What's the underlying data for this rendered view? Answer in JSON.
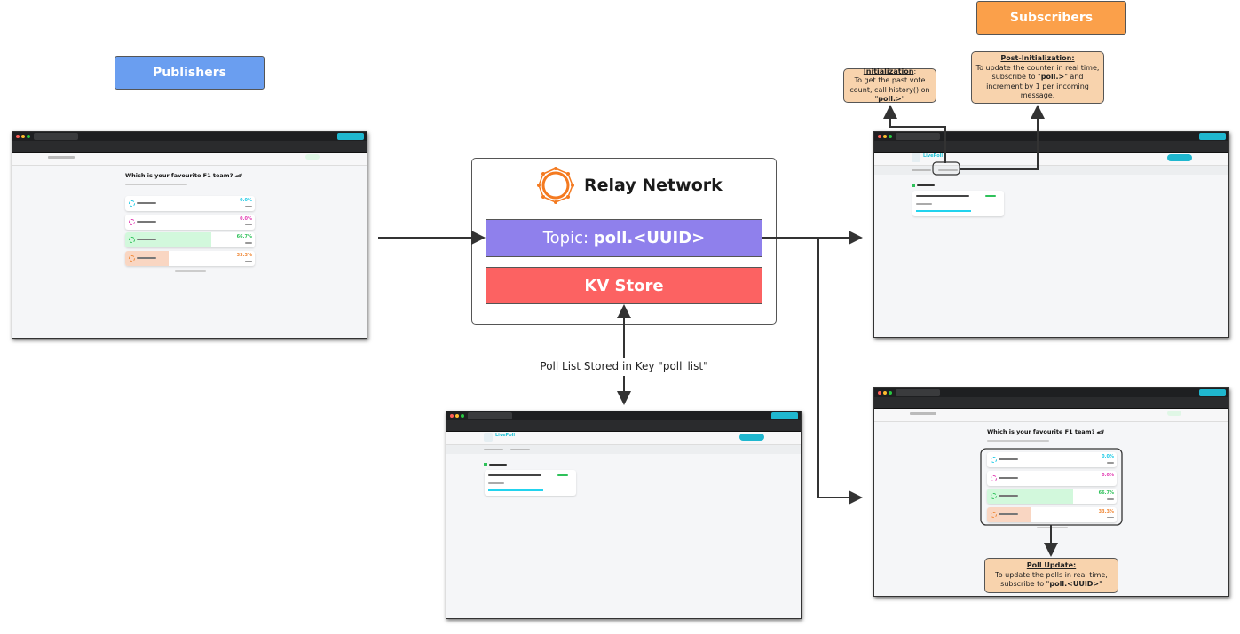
{
  "headers": {
    "publishers": "Publishers",
    "subscribers": "Subscribers"
  },
  "relay": {
    "title": "Relay Network",
    "topic_prefix": "Topic: ",
    "topic_name": "poll.<UUID>",
    "kv": "KV Store"
  },
  "kv_label": "Poll List Stored in Key \"poll_list\"",
  "notes": {
    "init": {
      "title": "Initialization",
      "text1": "To get the past vote count, call history() on \"",
      "bold": "poll.>",
      "text2": "\""
    },
    "post": {
      "title": "Post-Initialization:",
      "text1": "To update the counter in real time, subscribe to \"",
      "bold": "poll.>",
      "text2": "\" and increment by 1 per incoming message."
    },
    "update": {
      "title": "Poll Update:",
      "text1": "To update the polls in real time, subscribe to \"",
      "bold": "poll.<UUID>",
      "text2": "\""
    }
  },
  "poll": {
    "question": "Which is your favourite F1 team? 🏎",
    "options": [
      {
        "percent": "0.0%",
        "fill": 0,
        "color": "#22cbe6",
        "bg": "#e6f9fc"
      },
      {
        "percent": "0.0%",
        "fill": 0,
        "color": "#e33fb4",
        "bg": "#fbe3f3"
      },
      {
        "percent": "66.7%",
        "fill": 0.667,
        "color": "#2fc15a",
        "bg": "#d2f8dc"
      },
      {
        "percent": "33.3%",
        "fill": 0.333,
        "color": "#f08a3a",
        "bg": "#f9d6c2"
      }
    ]
  },
  "list": {
    "app": "LivePoll",
    "progress": 0.65
  },
  "colors": {
    "publishers": "#6a9ef0",
    "subscribers": "#fba04a",
    "topic": "#8f80ec",
    "kv": "#fc6262",
    "note": "#f8d3ad",
    "accent": "#22c3d6"
  }
}
